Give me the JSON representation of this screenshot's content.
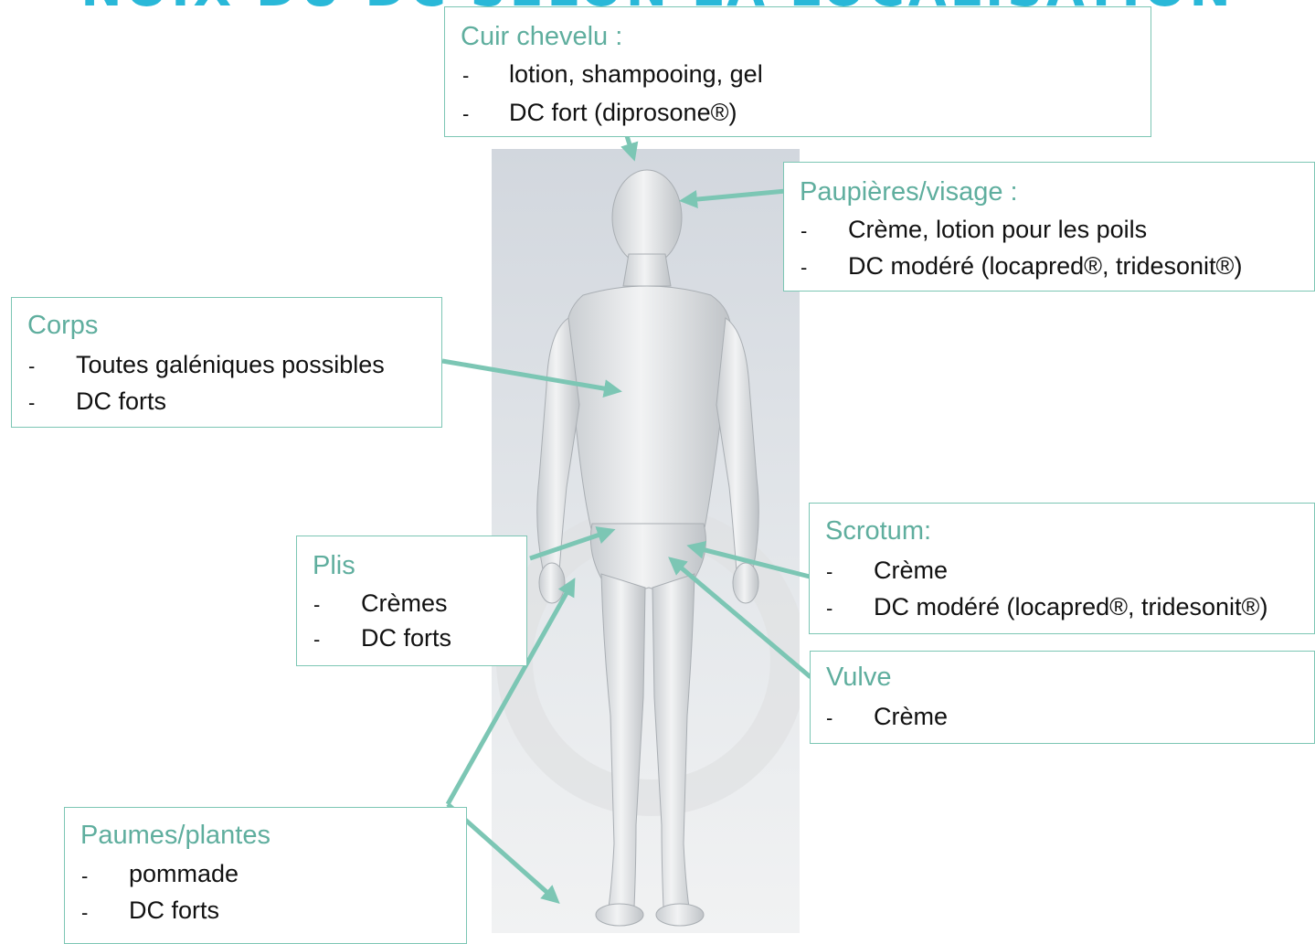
{
  "banner": "NOIX DU DC SELON LA LOCALISATION",
  "colors": {
    "box_border": "#7cc6b4",
    "title": "#5fae9e",
    "arrow": "#7cc6b4",
    "banner": "#29b8d8"
  },
  "callouts": {
    "scalp": {
      "title": "Cuir chevelu :",
      "items": [
        "lotion, shampooing, gel",
        "DC fort (diprosone®)"
      ]
    },
    "face": {
      "title": "Paupières/visage :",
      "items": [
        "Crème, lotion pour les poils",
        "DC modéré (locapred®, tridesonit®)"
      ]
    },
    "body": {
      "title": "Corps",
      "items": [
        "Toutes galéniques possibles",
        "DC forts"
      ]
    },
    "folds": {
      "title": "Plis",
      "items": [
        "Crèmes",
        "DC forts"
      ]
    },
    "scrotum": {
      "title": "Scrotum:",
      "items": [
        "Crème",
        "DC modéré (locapred®, tridesonit®)"
      ]
    },
    "vulva": {
      "title": "Vulve",
      "items": [
        "Crème"
      ]
    },
    "palms": {
      "title": "Paumes/plantes",
      "items": [
        "pommade",
        "DC forts"
      ]
    }
  }
}
